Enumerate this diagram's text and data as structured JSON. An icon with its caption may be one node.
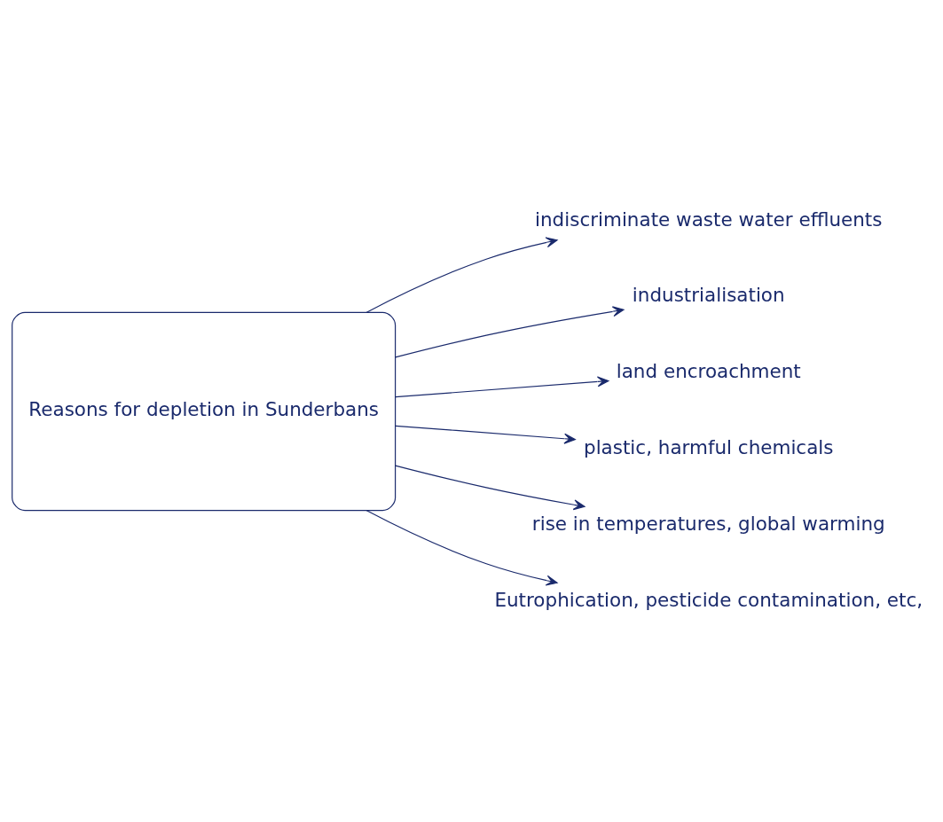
{
  "diagram": {
    "nodes": [
      {
        "text": [
          "Reasons for depletion in Sunderbans"
        ]
      },
      {
        "text": [
          "indiscriminate waste water effluents"
        ]
      },
      {
        "text": [
          "industrialisation"
        ]
      },
      {
        "text": [
          "land encroachment"
        ]
      },
      {
        "text": [
          "plastic, harmful chemicals"
        ]
      },
      {
        "text": [
          "rise in temperatures, global warming"
        ]
      },
      {
        "text": [
          "Eutrophication, pesticide contamination, etc,"
        ]
      }
    ],
    "edges": [
      {
        "from": 0,
        "to": 1,
        "arrow": "to"
      },
      {
        "from": 0,
        "to": 2,
        "arrow": "to"
      },
      {
        "from": 0,
        "to": 3,
        "arrow": "to"
      },
      {
        "from": 0,
        "to": 4,
        "arrow": "to"
      },
      {
        "from": 0,
        "to": 5,
        "arrow": "to"
      },
      {
        "from": 0,
        "to": 6,
        "arrow": "to"
      }
    ]
  }
}
